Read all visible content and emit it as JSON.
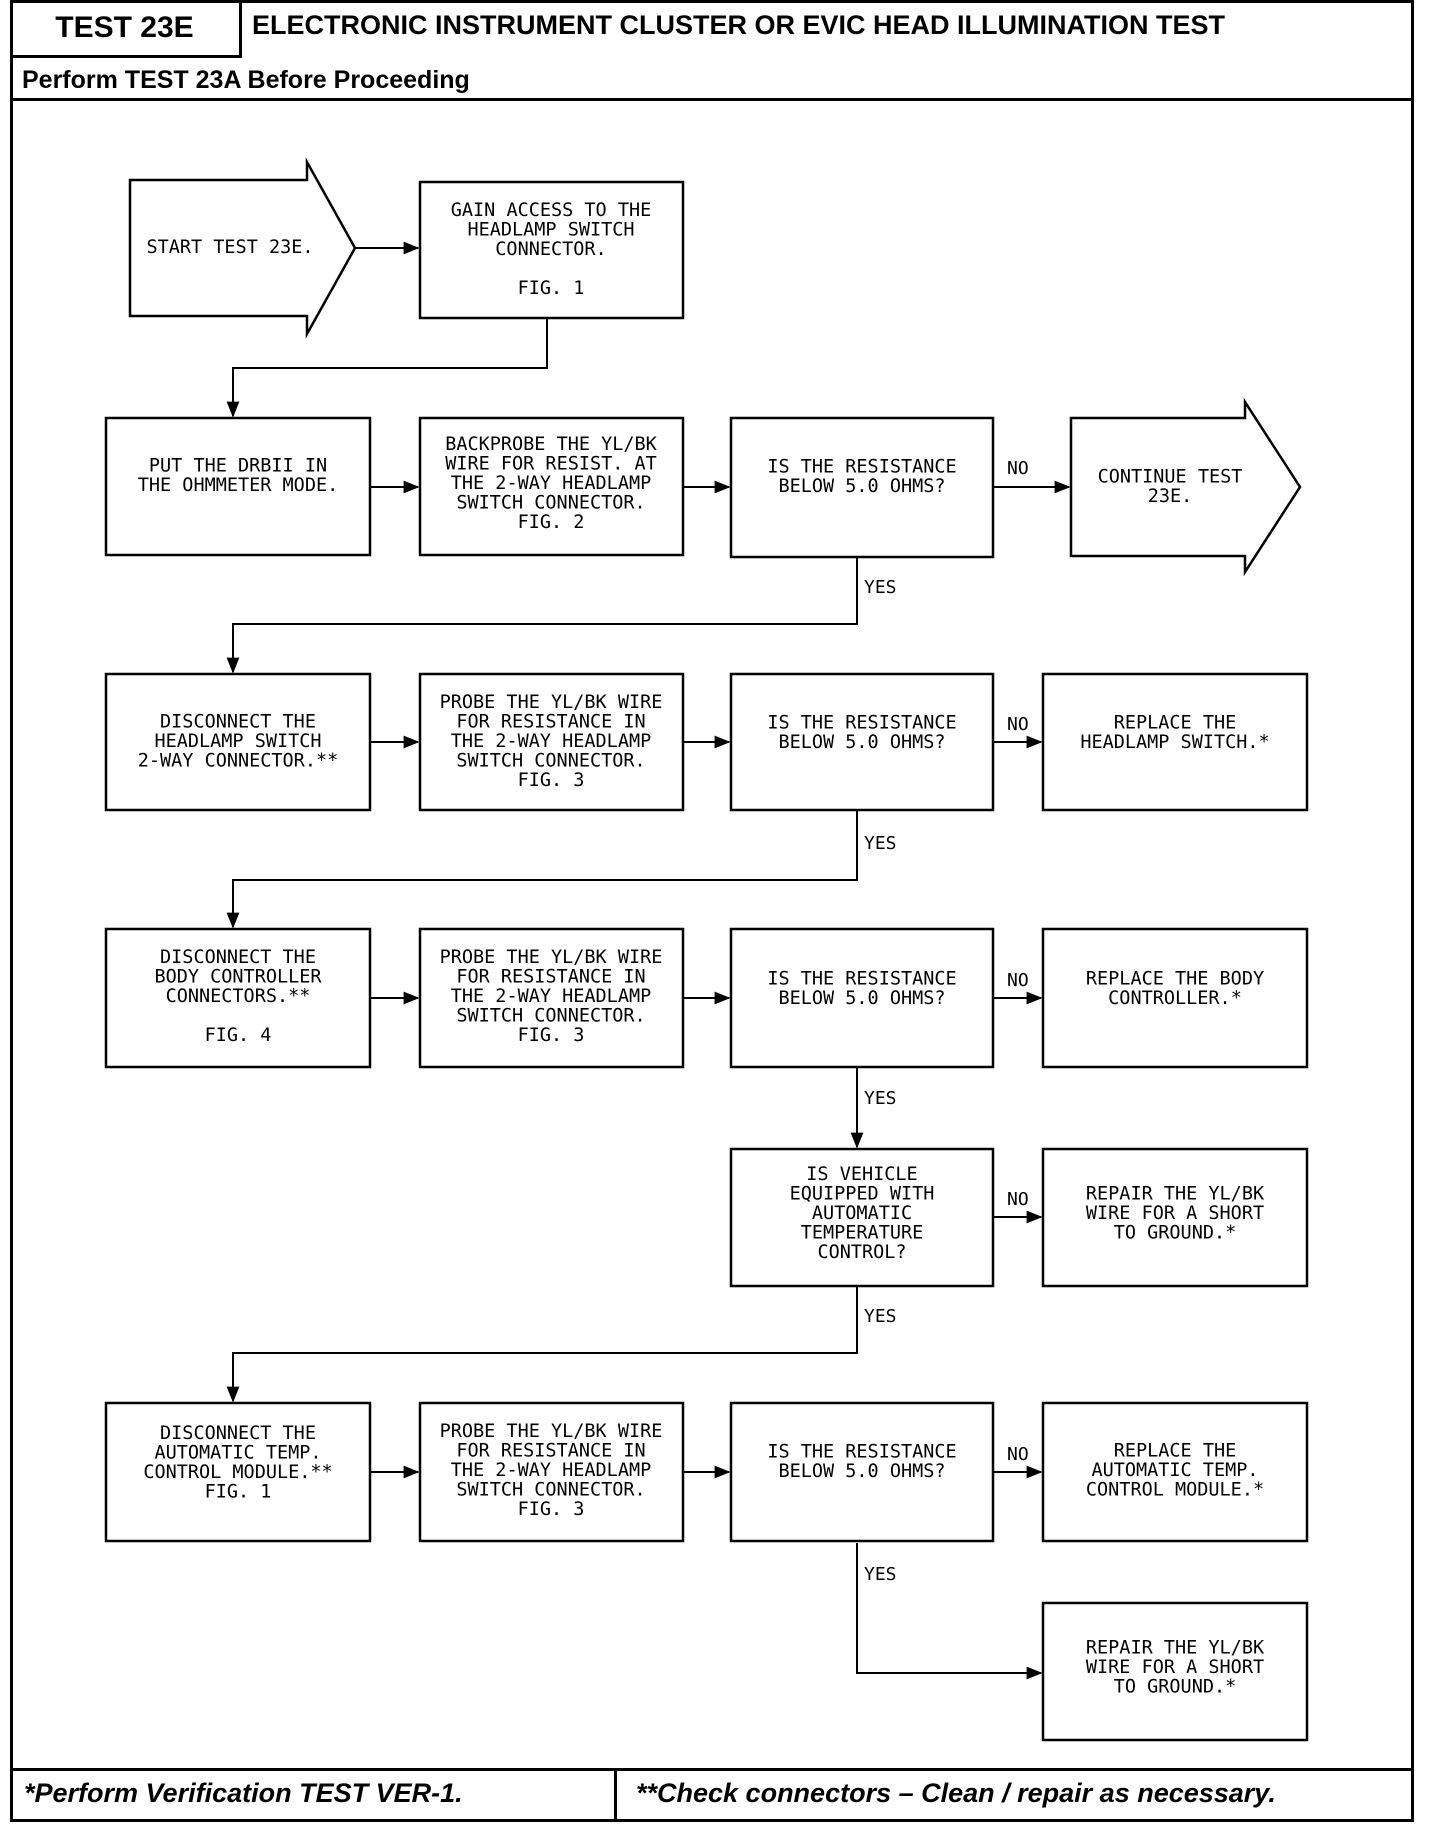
{
  "header": {
    "test_id": "TEST 23E",
    "title": "ELECTRONIC INSTRUMENT CLUSTER OR EVIC HEAD ILLUMINATION TEST",
    "prerequisite": "Perform TEST 23A Before Proceeding"
  },
  "flow": {
    "start": [
      "START TEST 23E."
    ],
    "gain_access": [
      "GAIN ACCESS TO THE",
      "HEADLAMP SWITCH",
      "CONNECTOR.",
      "",
      "FIG. 1"
    ],
    "put_drbii": [
      "PUT THE DRBII IN",
      "THE OHMMETER MODE."
    ],
    "backprobe": [
      "BACKPROBE THE YL/BK",
      "WIRE FOR RESIST. AT",
      "THE 2-WAY HEADLAMP",
      "SWITCH CONNECTOR.",
      "FIG. 2"
    ],
    "q1": [
      "IS THE RESISTANCE",
      "BELOW 5.0 OHMS?"
    ],
    "continue": [
      "CONTINUE TEST",
      "23E."
    ],
    "disc_headlamp": [
      "DISCONNECT THE",
      "HEADLAMP SWITCH",
      "2-WAY CONNECTOR.**"
    ],
    "probe_a": [
      "PROBE THE YL/BK WIRE",
      "FOR RESISTANCE IN",
      "THE 2-WAY HEADLAMP",
      "SWITCH CONNECTOR.",
      "FIG. 3"
    ],
    "q2": [
      "IS THE RESISTANCE",
      "BELOW 5.0 OHMS?"
    ],
    "replace_switch": [
      "REPLACE THE",
      "HEADLAMP SWITCH.*"
    ],
    "disc_body": [
      "DISCONNECT THE",
      "BODY CONTROLLER",
      "CONNECTORS.**",
      "",
      "FIG. 4"
    ],
    "probe_b": [
      "PROBE THE YL/BK WIRE",
      "FOR RESISTANCE IN",
      "THE 2-WAY HEADLAMP",
      "SWITCH CONNECTOR.",
      "FIG. 3"
    ],
    "q3": [
      "IS THE RESISTANCE",
      "BELOW 5.0 OHMS?"
    ],
    "replace_body": [
      "REPLACE THE BODY",
      "CONTROLLER.*"
    ],
    "q_atc": [
      "IS VEHICLE",
      "EQUIPPED WITH",
      "AUTOMATIC",
      "TEMPERATURE",
      "CONTROL?"
    ],
    "repair_1": [
      "REPAIR THE YL/BK",
      "WIRE FOR A SHORT",
      "TO GROUND.*"
    ],
    "disc_atc": [
      "DISCONNECT THE",
      "AUTOMATIC TEMP.",
      "CONTROL MODULE.**",
      "FIG. 1"
    ],
    "probe_c": [
      "PROBE THE YL/BK WIRE",
      "FOR RESISTANCE IN",
      "THE 2-WAY HEADLAMP",
      "SWITCH CONNECTOR.",
      "FIG. 3"
    ],
    "q4": [
      "IS THE RESISTANCE",
      "BELOW 5.0 OHMS?"
    ],
    "replace_atc": [
      "REPLACE THE",
      "AUTOMATIC TEMP.",
      "CONTROL MODULE.*"
    ],
    "repair_2": [
      "REPAIR THE YL/BK",
      "WIRE FOR A SHORT",
      "TO GROUND.*"
    ]
  },
  "labels": {
    "yes": "YES",
    "no": "NO"
  },
  "footer": {
    "left": "*Perform Verification TEST VER-1.",
    "right": "**Check connectors – Clean / repair as necessary."
  }
}
